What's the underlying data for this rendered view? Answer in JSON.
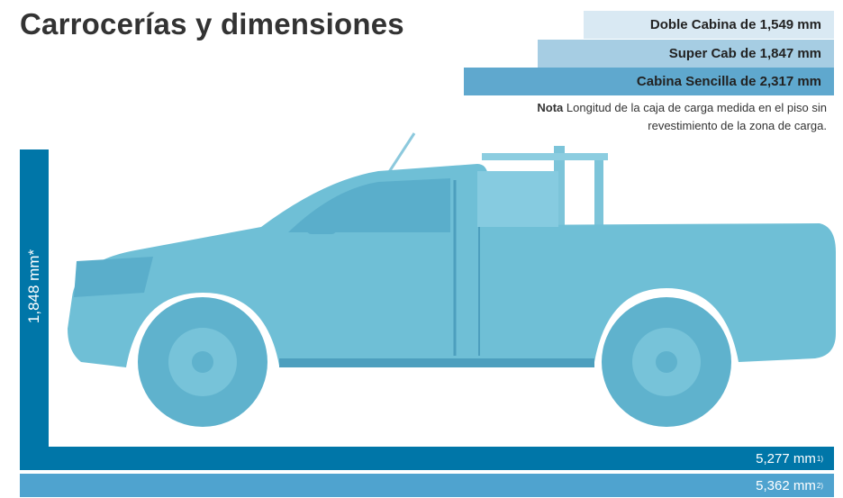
{
  "title": "Carrocerías y dimensiones",
  "cab_lengths": [
    {
      "label": "Doble Cabina de 1,549 mm"
    },
    {
      "label": "Super Cab de 1,847 mm"
    },
    {
      "label": "Cabina Sencilla de 2,317 mm"
    }
  ],
  "note": {
    "label": "Nota",
    "text": "Longitud de la caja de carga medida en el piso sin revestimiento de la zona de carga."
  },
  "height": {
    "value": "1,848 mm*"
  },
  "lengths": [
    {
      "value": "5,277 mm",
      "footnote": "1)"
    },
    {
      "value": "5,362 mm",
      "footnote": "2)"
    }
  ],
  "colors": {
    "dark_blue": "#0076a8",
    "mid_blue": "#5fa8ce",
    "light_blue": "#a6cde3",
    "pale_blue": "#d9e9f3",
    "truck": "#6fbfd6"
  },
  "illustration": "pickup-truck-side-view"
}
